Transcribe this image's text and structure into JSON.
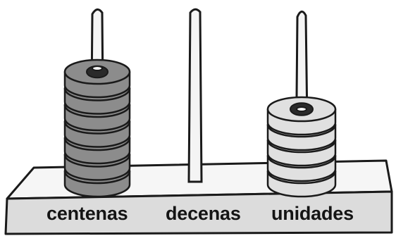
{
  "abacus": {
    "columns": [
      {
        "label": "centenas",
        "beads": 7,
        "bead_color": "#8c8c8c"
      },
      {
        "label": "decenas",
        "beads": 0,
        "bead_color": "#d9d9d9"
      },
      {
        "label": "unidades",
        "beads": 5,
        "bead_color": "#e0e0e0"
      }
    ]
  }
}
